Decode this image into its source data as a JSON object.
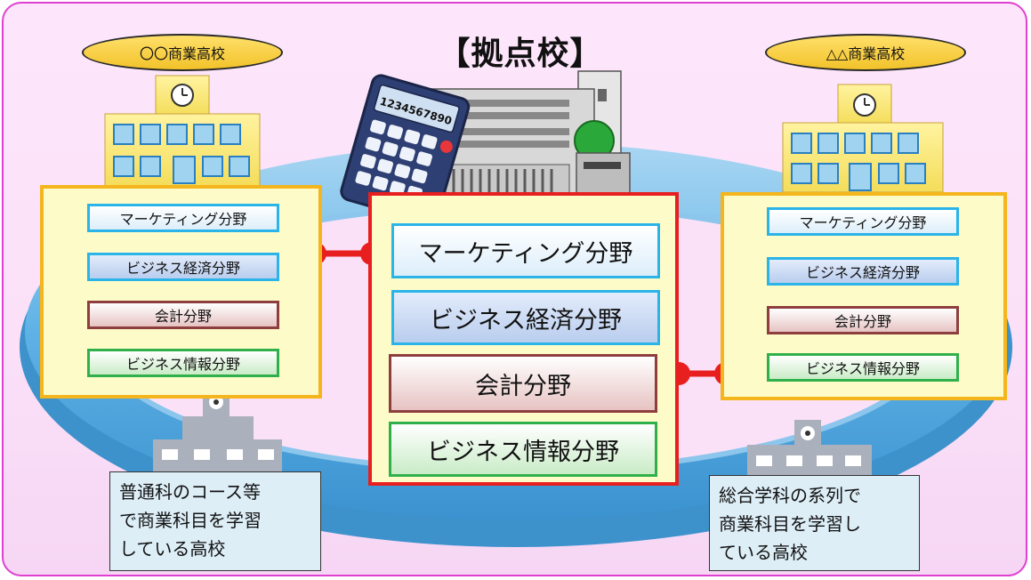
{
  "title": "【拠点校】",
  "left_school": {
    "name": "〇〇商業高校",
    "fields": [
      "マーケティング分野",
      "ビジネス経済分野",
      "会計分野",
      "ビジネス情報分野"
    ]
  },
  "right_school": {
    "name": "△△商業高校",
    "fields": [
      "マーケティング分野",
      "ビジネス経済分野",
      "会計分野",
      "ビジネス情報分野"
    ]
  },
  "center_school": {
    "fields": [
      "マーケティング分野",
      "ビジネス経済分野",
      "会計分野",
      "ビジネス情報分野"
    ]
  },
  "calculator_display": "1234567890",
  "notes": {
    "left": [
      "普通科のコース等",
      "で商業科目を学習",
      "している高校"
    ],
    "right": [
      "総合学科の系列で",
      "商業科目を学習し",
      "ている高校"
    ]
  },
  "colors": {
    "frame_border": "#e040d0",
    "ring": "#4aa8e0",
    "panel_border_side": "#f5b51c",
    "panel_border_center": "#e81f1f",
    "connector": "#e81f1f"
  }
}
